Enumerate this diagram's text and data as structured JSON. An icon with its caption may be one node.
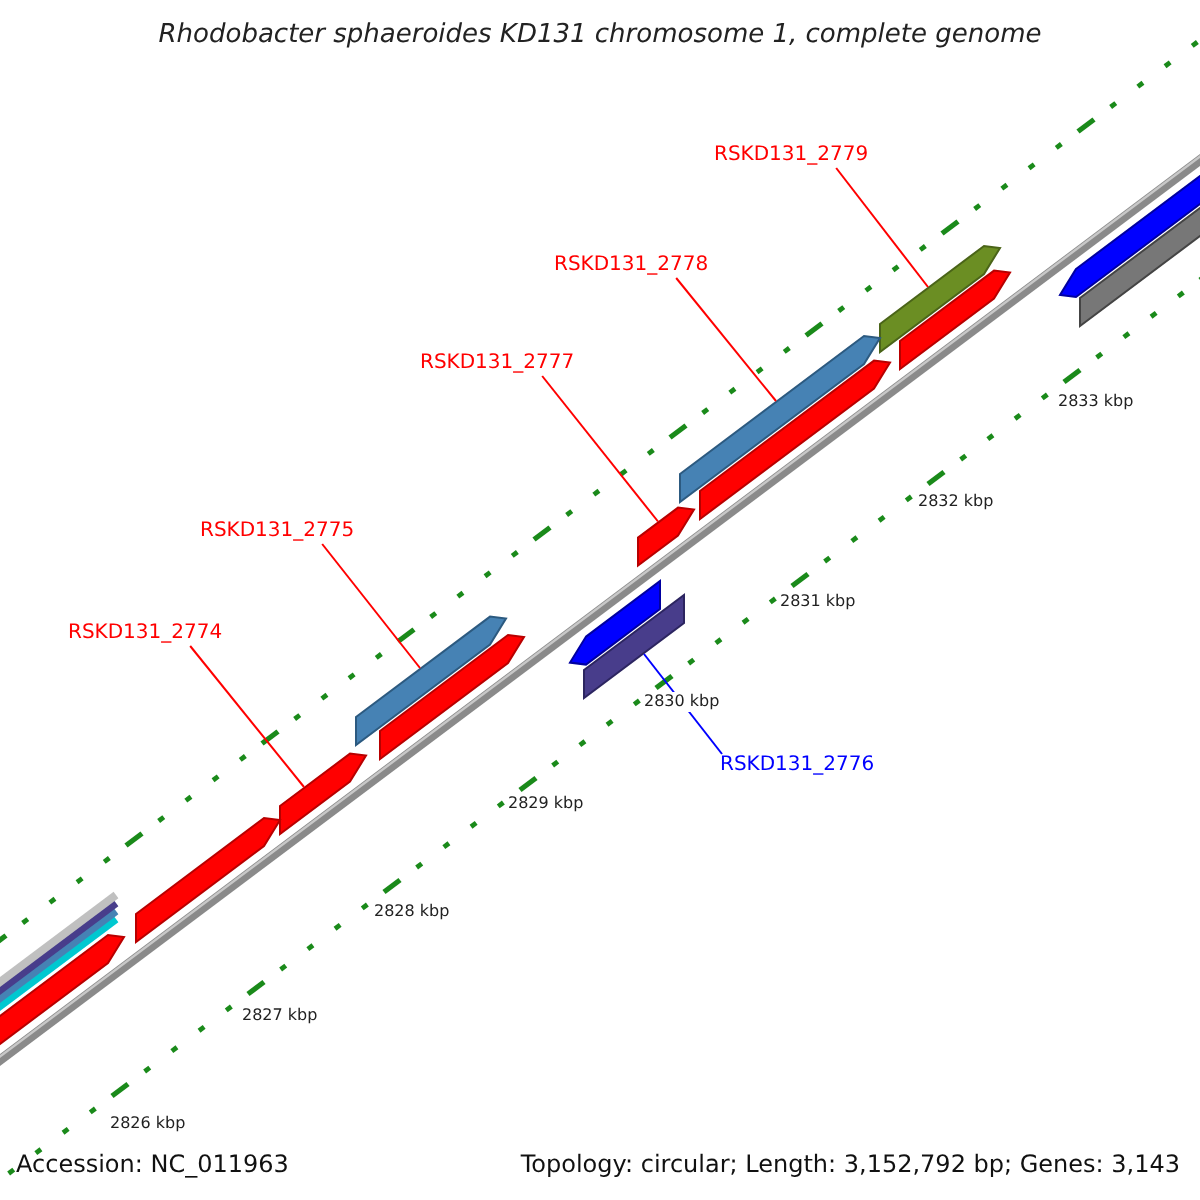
{
  "diagram": {
    "title": "Rhodobacter sphaeroides KD131 chromosome 1, complete genome",
    "nodes": [
      {
        "text": [
          "RSKD131_2779"
        ]
      },
      {
        "text": [],
        "shape": "arrow"
      },
      {
        "text": [
          "RSKD131_2778"
        ]
      },
      {
        "text": [],
        "shape": "arrow"
      },
      {
        "text": [
          "RSKD131_2777"
        ]
      },
      {
        "text": [],
        "shape": "arrow"
      },
      {
        "text": [
          "RSKD131_2775"
        ]
      },
      {
        "text": [],
        "shape": "arrow"
      },
      {
        "text": [
          "RSKD131_2774"
        ]
      },
      {
        "text": [],
        "shape": "arrow"
      },
      {
        "text": [
          "RSKD131_2776"
        ]
      },
      {
        "text": [],
        "shape": "bar"
      },
      {
        "text": [],
        "shape": "arrow"
      },
      {
        "text": [],
        "shape": "arrow"
      },
      {
        "text": [],
        "shape": "arrow"
      },
      {
        "text": [],
        "shape": "arrow"
      },
      {
        "text": [],
        "shape": "arrow"
      },
      {
        "text": [],
        "shape": "arrow"
      },
      {
        "text": [],
        "shape": "arrow"
      },
      {
        "text": [],
        "shape": "bar"
      }
    ],
    "edges": [
      {
        "from": 0,
        "to": 1,
        "arrow": "none"
      },
      {
        "from": 2,
        "to": 3,
        "arrow": "none"
      },
      {
        "from": 4,
        "to": 5,
        "arrow": "none"
      },
      {
        "from": 6,
        "to": 7,
        "arrow": "none"
      },
      {
        "from": 8,
        "to": 9,
        "arrow": "none"
      },
      {
        "from": 10,
        "to": 11,
        "arrow": "none",
        "color": "#0000ff"
      }
    ],
    "labels": [
      "2833 kbp",
      "2832 kbp",
      "2831 kbp",
      "2830 kbp",
      "2829 kbp",
      "2828 kbp",
      "2827 kbp",
      "2826 kbp",
      "Accession: NC_011963",
      "Topology: circular; Length: 3,152,792 bp; Genes: 3,143"
    ]
  }
}
